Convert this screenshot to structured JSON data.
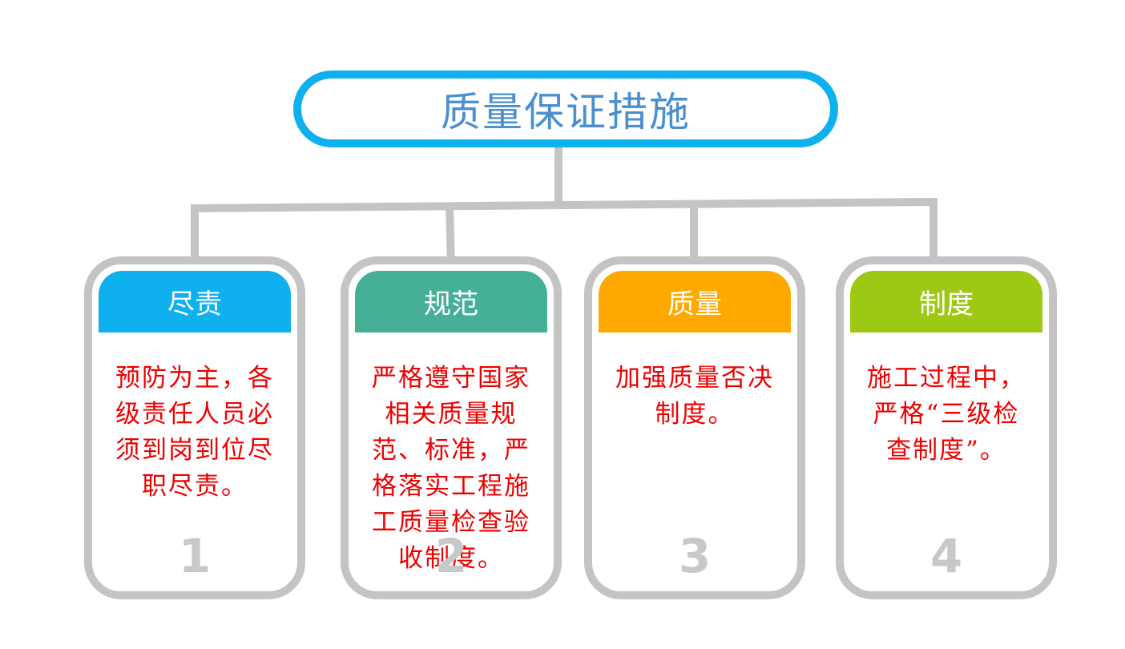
{
  "title": "质量保证措施",
  "colors": {
    "title_border": "#0fb0ee",
    "title_text": "#4a8fcf",
    "card_border": "#c4c4c4",
    "connector": "#c4c4c4",
    "body_text": "#ee0000",
    "number": "#c8c8c8"
  },
  "cards": [
    {
      "header": "尽责",
      "header_color": "#0fb0ee",
      "body": "预防为主，各级责任人员必须到岗到位尽职尽责。",
      "number": "1"
    },
    {
      "header": "规范",
      "header_color": "#45b095",
      "body": "严格遵守国家相关质量规范、标准，严格落实工程施工质量检查验收制度。",
      "number": "2"
    },
    {
      "header": "质量",
      "header_color": "#ffa800",
      "body": "加强质量否决制度。",
      "number": "3"
    },
    {
      "header": "制度",
      "header_color": "#9dc814",
      "body": "施工过程中，严格“三级检查制度”。",
      "number": "4"
    }
  ]
}
